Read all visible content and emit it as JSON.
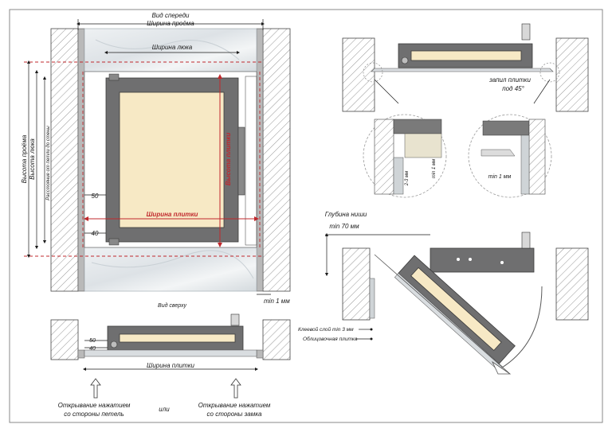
{
  "labels": {
    "front_view": "Вид спереди",
    "opening_width": "Ширина проёма",
    "hatch_width": "Ширина люка",
    "opening_height": "Высота проёма",
    "hatch_height": "Высота люка",
    "hinge_distance": "Расстояние от петли до стены",
    "tile_height": "Высота плитки",
    "tile_width": "Ширина плитки",
    "dim_50": "50",
    "dim_40": "40",
    "min_1mm": "min 1 мм",
    "top_view": "Вид сверху",
    "tile_width_bottom": "Ширина плитки",
    "dim_50_b": "50",
    "dim_40_b": "40",
    "open_hinge_side_1": "Открывание нажатием",
    "open_hinge_side_2": "со стороны петель",
    "or": "или",
    "open_lock_side_1": "Открывание нажатием",
    "open_lock_side_2": "со стороны замка",
    "tile_cut_1": "запил плитки",
    "tile_cut_2": "под 45°",
    "detail_2_3mm": "2-3 мм",
    "detail_min_1mm_a": "min 1 мм",
    "detail_min_1mm_b": "min 1 мм",
    "niche_depth_1": "Глубина ниши",
    "niche_depth_2": "min 70 мм",
    "glue_layer": "Клеевой слой min 3 мм",
    "facing_tile": "Облицовочная плитка"
  },
  "colors": {
    "accent_red": "#c0282d",
    "frame_grey": "#6f6f70",
    "door_cream": "#f7e9c5"
  }
}
